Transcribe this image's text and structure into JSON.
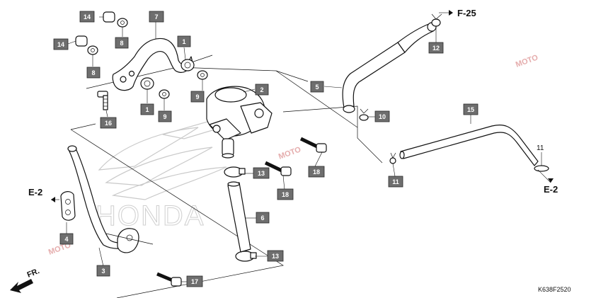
{
  "diagram": {
    "callouts": {
      "c14a": "14",
      "c14b": "14",
      "c7": "7",
      "c8a": "8",
      "c8b": "8",
      "c1a": "1",
      "c1b": "1",
      "c9a": "9",
      "c9b": "9",
      "c16": "16",
      "c2": "2",
      "c5": "5",
      "c10": "10",
      "c12": "12",
      "c15": "15",
      "c11": "11",
      "c13a": "13",
      "c13b": "13",
      "c18a": "18",
      "c18b": "18",
      "c6": "6",
      "c4": "4",
      "c3": "3",
      "c17": "17"
    },
    "refs": {
      "f25": "F-25",
      "e2_left": "E-2",
      "e2_right": "E-2",
      "fr": "FR."
    },
    "plain_label_11": "11",
    "watermark_text": "HONDA",
    "site_mark": "MOTO",
    "figure_code": "K638F2520"
  }
}
